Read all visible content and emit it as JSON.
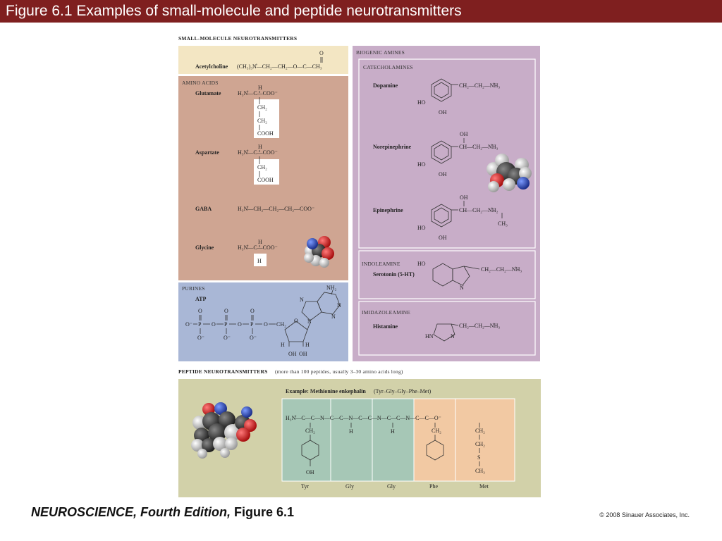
{
  "slide_title": "Figure 6.1  Examples of small-molecule and peptide neurotransmitters",
  "footer": {
    "book": "NEUROSCIENCE,",
    "edition": "Fourth Edition,",
    "figure": "Figure 6.1",
    "copyright": "© 2008 Sinauer Associates, Inc."
  },
  "small_molecule": {
    "header": "SMALL-MOLECULE NEUROTRANSMITTERS",
    "acetylcholine": {
      "name": "Acetylcholine",
      "formula": "(CH₃)₃N̊—CH₂—CH₂—O—C—CH₃",
      "o": "O"
    },
    "amino_acids": {
      "caption": "AMINO ACIDS",
      "glutamate": {
        "name": "Glutamate",
        "backbone": "H₃N̊—C—COO⁻",
        "h": "H",
        "chain": [
          "CH₂",
          "CH₂",
          "COOH"
        ]
      },
      "aspartate": {
        "name": "Aspartate",
        "backbone": "H₃N̊—C—COO⁻",
        "h": "H",
        "chain": [
          "CH₂",
          "COOH"
        ]
      },
      "gaba": {
        "name": "GABA",
        "formula": "H₃N̊—CH₂—CH₂—CH₂—COO⁻"
      },
      "glycine": {
        "name": "Glycine",
        "backbone": "H₃N̊—C—COO⁻",
        "h": "H",
        "chain": [
          "H"
        ]
      }
    },
    "purines": {
      "caption": "PURINES",
      "atp": {
        "name": "ATP",
        "nh2": "NH₂",
        "o": "O",
        "ominus": "O⁻",
        "p": "P",
        "ch2": "CH₂",
        "n": "N",
        "h": "H",
        "oh": "OH"
      }
    },
    "biogenic_amines": {
      "caption": "BIOGENIC AMINES",
      "catecholamines": {
        "caption": "CATECHOLAMINES",
        "dopamine": {
          "name": "Dopamine",
          "chain": "CH₂—CH₂—N̊H₃",
          "ho": "HO",
          "oh": "OH"
        },
        "norepinephrine": {
          "name": "Norepinephrine",
          "chain": "CH—CH₂—N̊H₃",
          "ho": "HO",
          "oh": "OH"
        },
        "epinephrine": {
          "name": "Epinephrine",
          "chain": "CH—CH₂—N̊H₂",
          "ch3": "CH₃",
          "ho": "HO",
          "oh": "OH"
        }
      },
      "indoleamine": {
        "caption": "INDOLEAMINE",
        "name": "Serotonin (5-HT)",
        "ho": "HO",
        "chain": "CH₂—CH₂—N̊H₃",
        "n": "N",
        "h": "H"
      },
      "imidazoleamine": {
        "caption": "IMIDAZOLEAMINE",
        "name": "Histamine",
        "chain": "CH₂—CH₂—N̊H₃",
        "hn": "HN",
        "n": "N"
      }
    }
  },
  "peptide": {
    "header": "PEPTIDE NEUROTRANSMITTERS",
    "header_note": "(more than 100 peptides, usually 3–30 amino acids long)",
    "example_label": "Example: Methionine enkephalin",
    "example_seq": "(Tyr–Gly–Gly–Phe–Met)",
    "backbone": "H₃N̊—C—C—N—C—C—N—C—C—N—C—C—N—C—C—O⁻",
    "residues": [
      "Tyr",
      "Gly",
      "Gly",
      "Phe",
      "Met"
    ],
    "sidechains": {
      "tyr": [
        "CH₂",
        "OH"
      ],
      "gly1": [
        "H"
      ],
      "gly2": [
        "H"
      ],
      "phe": [
        "CH₂"
      ],
      "met": [
        "CH₂",
        "CH₂",
        "S",
        "CH₃"
      ]
    }
  },
  "colors": {
    "title_bar": "#7f1f1f",
    "acetylcholine_bg": "#f3e6c3",
    "amino_acids_bg": "#cfa592",
    "purines_bg": "#a9b7d6",
    "biogenic_bg": "#c8adc8",
    "peptide_bg": "#d2d1a9",
    "tyr_gly_bg": "#a6c7b6",
    "phe_met_bg": "#f2c9a3"
  }
}
